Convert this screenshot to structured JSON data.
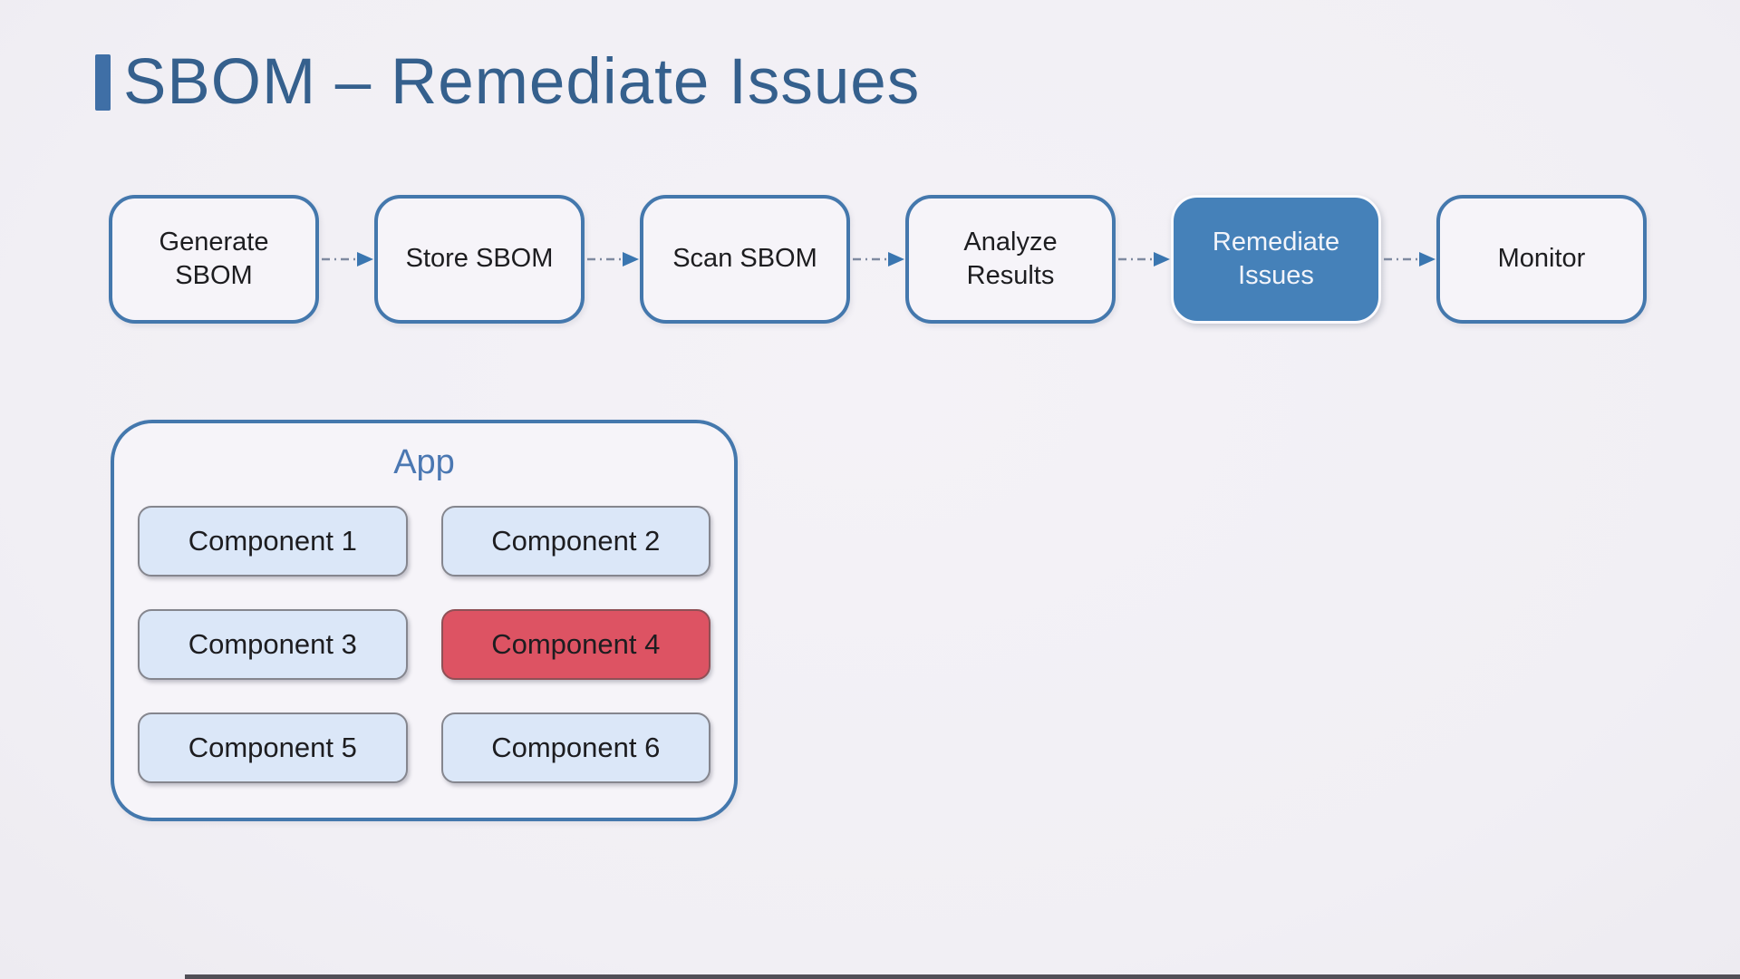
{
  "slide": {
    "title": "SBOM – Remediate Issues"
  },
  "flow": {
    "steps": [
      {
        "label": "Generate SBOM",
        "active": false
      },
      {
        "label": "Store SBOM",
        "active": false
      },
      {
        "label": "Scan SBOM",
        "active": false
      },
      {
        "label": "Analyze Results",
        "active": false
      },
      {
        "label": "Remediate Issues",
        "active": true
      },
      {
        "label": "Monitor",
        "active": false
      }
    ]
  },
  "app": {
    "title": "App",
    "components": [
      {
        "label": "Component 1",
        "state": "normal"
      },
      {
        "label": "Component 2",
        "state": "normal"
      },
      {
        "label": "Component 3",
        "state": "normal"
      },
      {
        "label": "Component 4",
        "state": "alert"
      },
      {
        "label": "Component 5",
        "state": "normal"
      },
      {
        "label": "Component 6",
        "state": "normal"
      }
    ]
  },
  "colors": {
    "background": "#f1eff4",
    "box_border": "#4478ad",
    "active_step_fill": "#4581b9",
    "active_step_text": "#f2f4fa",
    "title_text": "#35608d",
    "title_accent": "#3f6fa6",
    "component_fill": "#dbe7f8",
    "component_border": "#85868e",
    "alert_component_fill": "#dd5363",
    "connector_line": "#7f8aa0",
    "connector_arrow": "#3a76b0",
    "bottom_bar": "#514f57"
  }
}
